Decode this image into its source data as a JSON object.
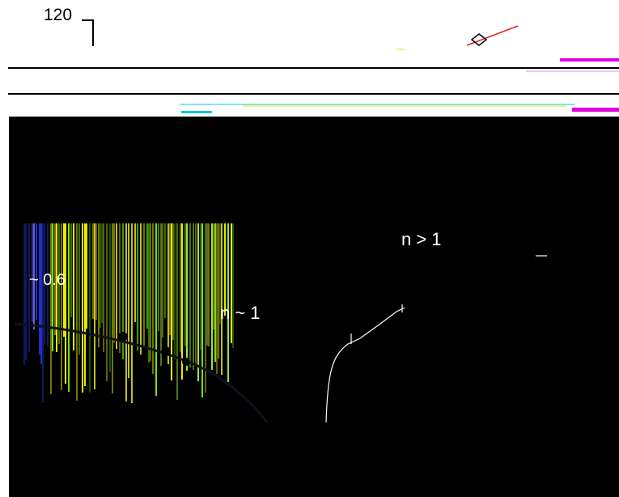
{
  "labels": {
    "top_value": "120",
    "approx_value": "~ 0.6",
    "n_greater": "n > 1",
    "n_approx": "n ~ 1"
  },
  "colors": {
    "background": "#ffffff",
    "panel": "#000000",
    "line": "#000000",
    "magenta": "#e000e0",
    "cyan": "#00c8e0",
    "red": "#e02020",
    "yellow": "#e8e800",
    "green": "#80e000"
  },
  "icons": {
    "diamond": "diamond-icon"
  }
}
